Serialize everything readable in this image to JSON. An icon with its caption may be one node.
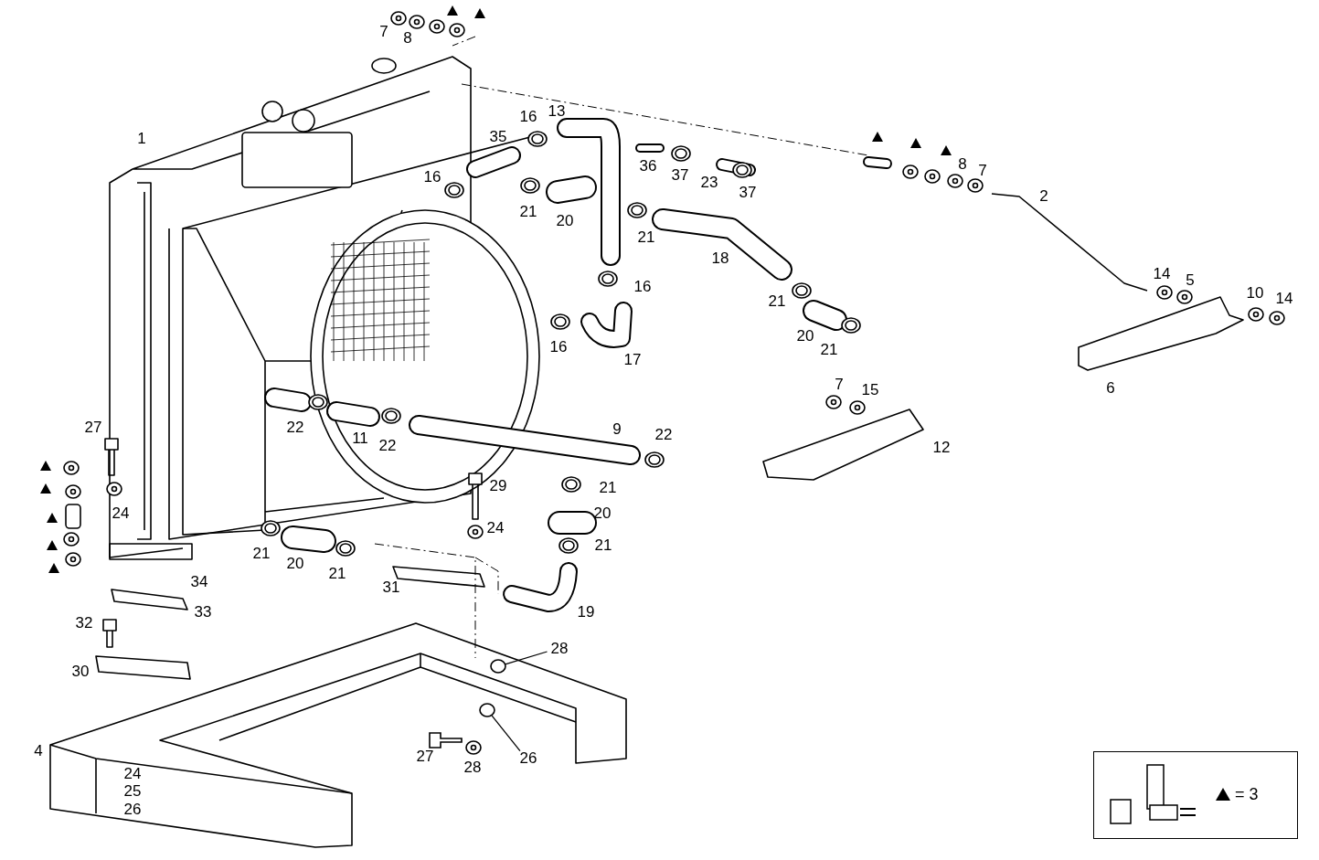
{
  "diagram": {
    "nodes": [
      {
        "text": [
          "28"
        ]
      },
      {
        "text": [
          "26"
        ]
      },
      {
        "text": [],
        "shape": "circle"
      },
      {
        "text": [],
        "shape": "circle"
      }
    ],
    "edges": [
      {
        "from": 0,
        "to": 2,
        "arrow": "none"
      },
      {
        "from": 1,
        "to": 3,
        "arrow": "none"
      }
    ],
    "labels": [
      "7",
      "8",
      "16",
      "13",
      "1",
      "35",
      "36",
      "37",
      "23",
      "37",
      "8",
      "7",
      "16",
      "2",
      "21",
      "20",
      "21",
      "18",
      "14",
      "5",
      "16",
      "10",
      "14",
      "21",
      "16",
      "17",
      "20",
      "21",
      "6",
      "7",
      "15",
      "27",
      "22",
      "9",
      "22",
      "11",
      "22",
      "12",
      "29",
      "21",
      "24",
      "20",
      "24",
      "21",
      "21",
      "20",
      "21",
      "34",
      "31",
      "19",
      "33",
      "32",
      "30",
      "4",
      "27",
      "28",
      "24",
      "25",
      "26"
    ],
    "legend": [
      {
        "text": "= 3"
      }
    ]
  }
}
